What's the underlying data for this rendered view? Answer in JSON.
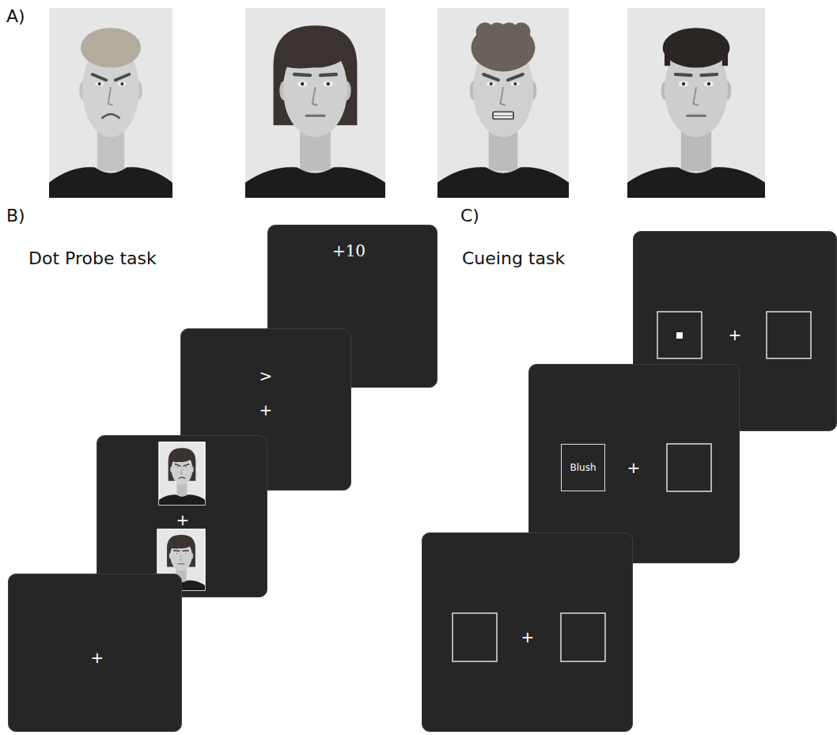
{
  "diagram": {
    "nodes": [
      {
        "text": [
          "+10"
        ]
      },
      {
        "text": [
          ">",
          "+"
        ]
      },
      {
        "text": [
          "+"
        ]
      },
      {
        "text": [
          "+"
        ]
      },
      {
        "text": [
          "+"
        ]
      },
      {
        "text": [
          "+"
        ]
      },
      {
        "text": [
          "Blush"
        ],
        "in": 5
      },
      {
        "text": [
          "+"
        ]
      }
    ],
    "labels": [
      "A)",
      "B)",
      "Dot Probe task",
      "C)",
      "Cueing task"
    ]
  }
}
